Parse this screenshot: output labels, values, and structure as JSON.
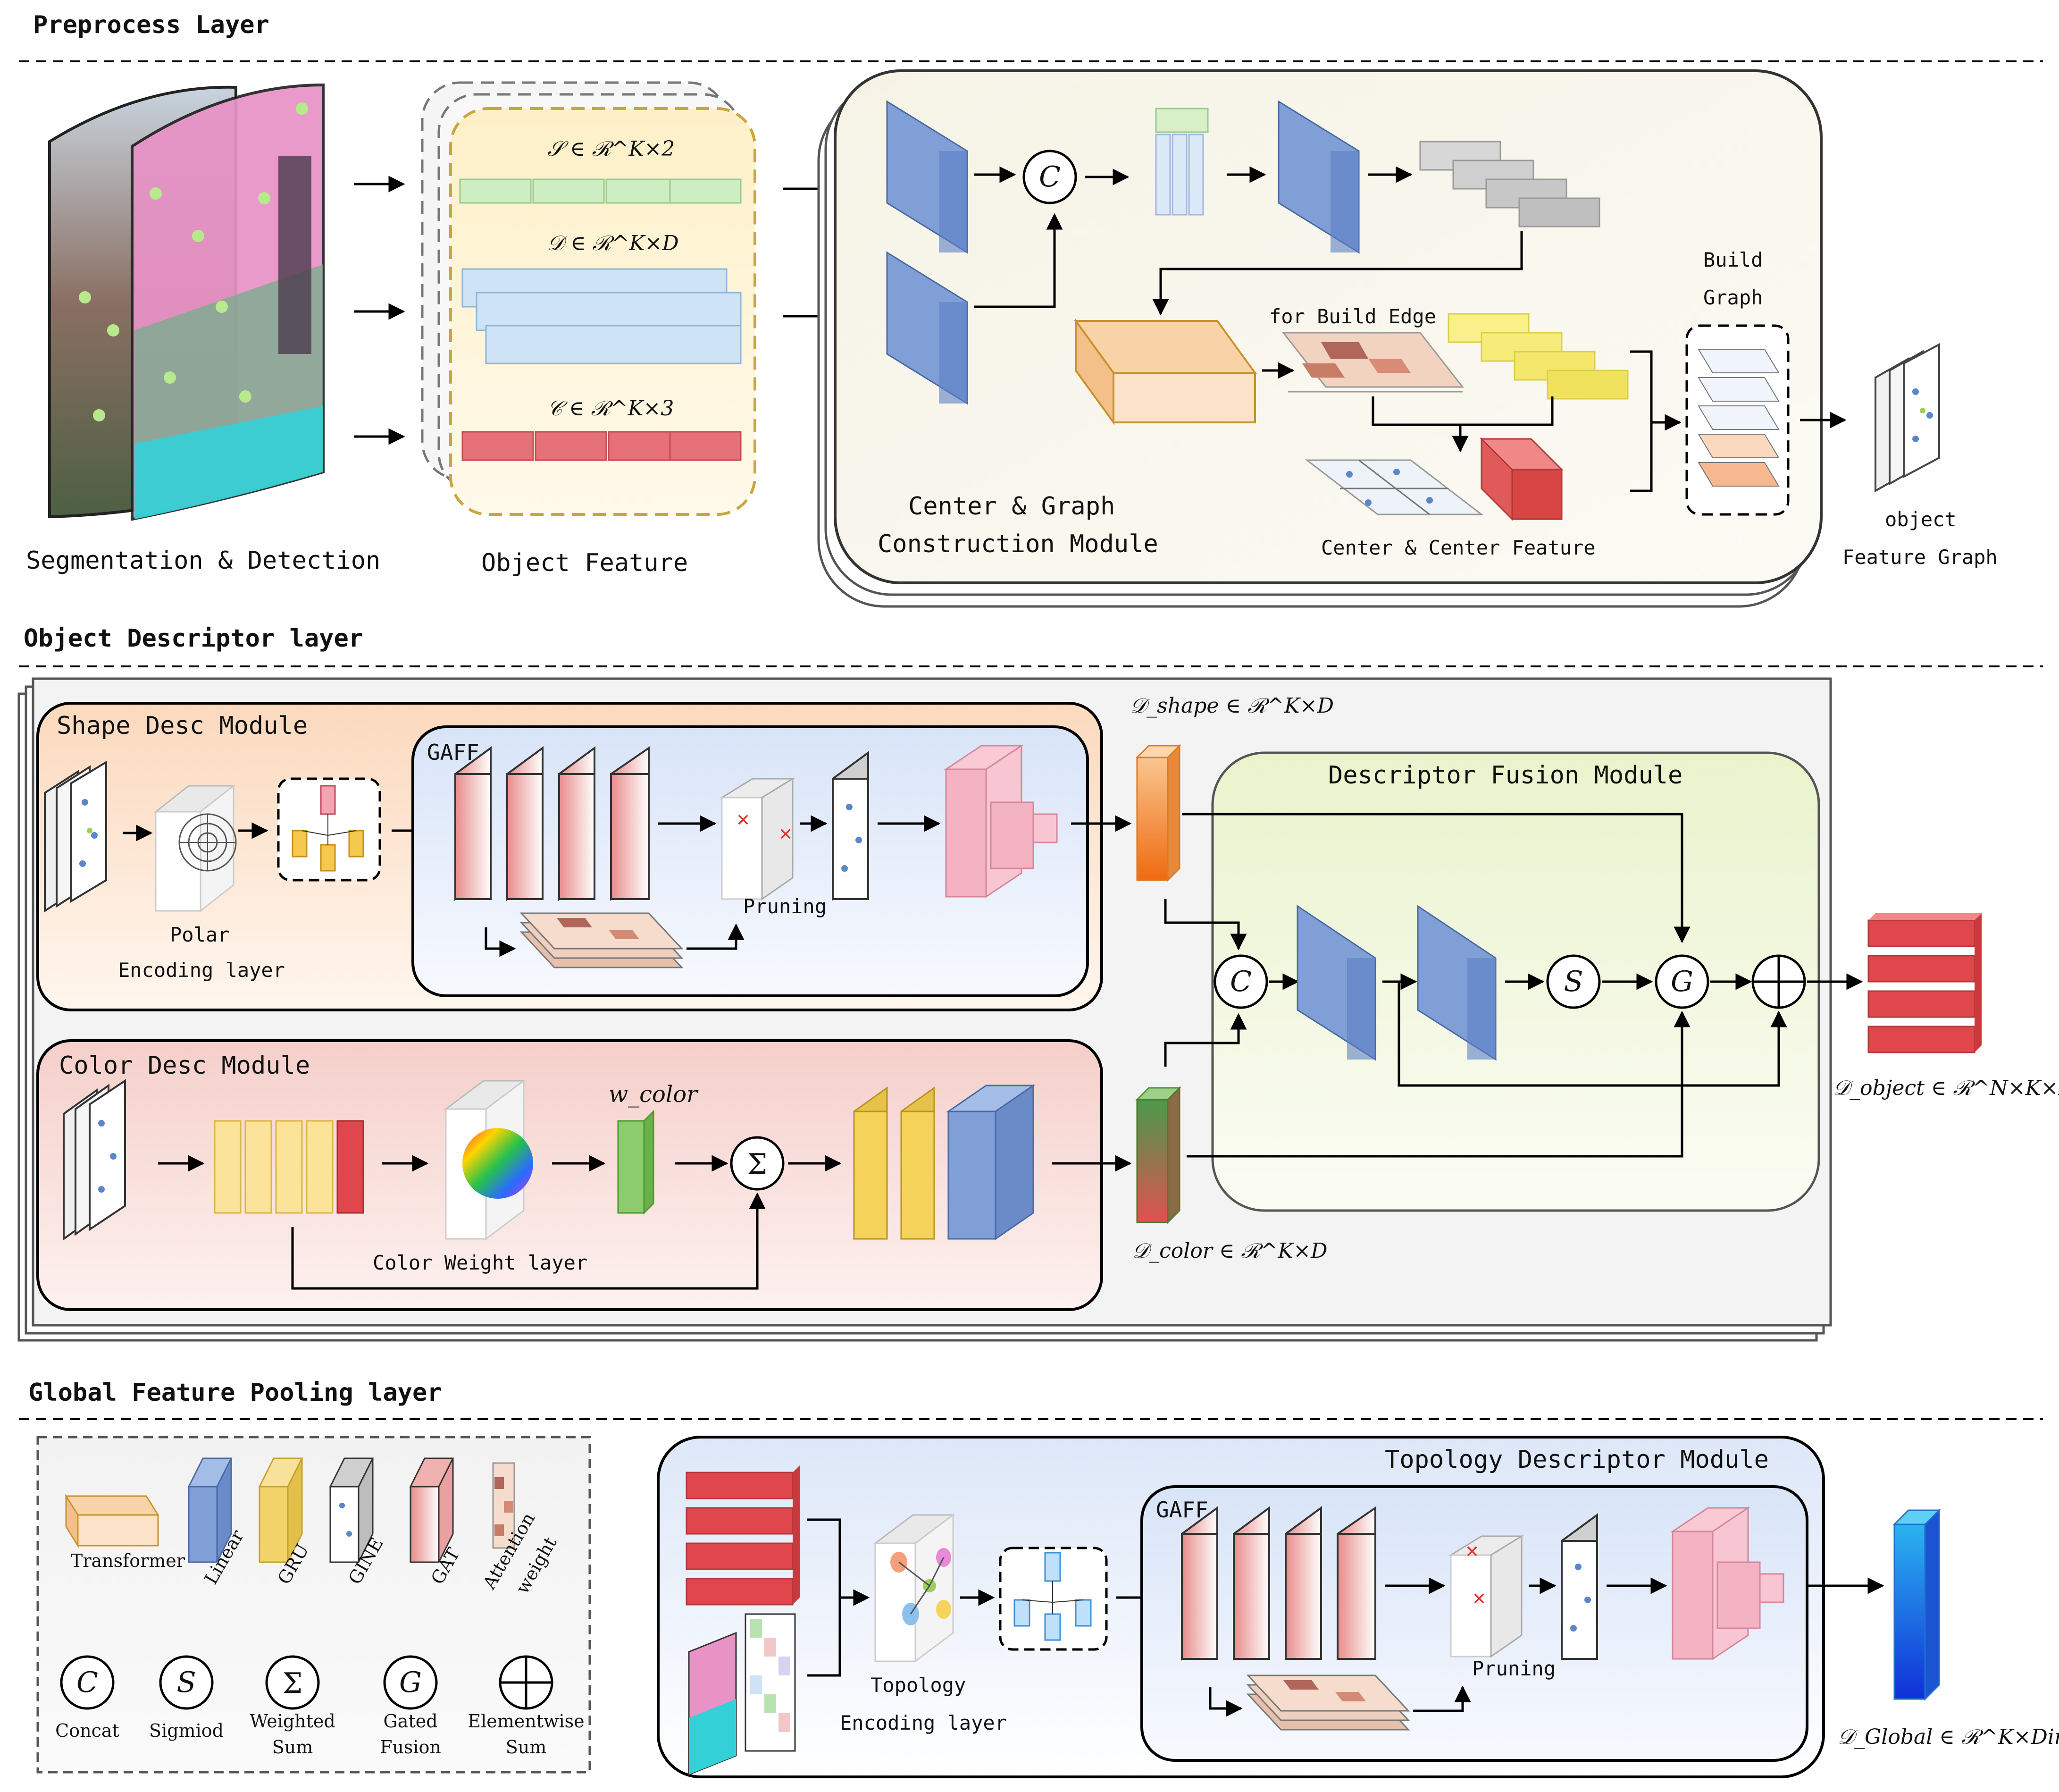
{
  "sections": {
    "preprocess": "Preprocess Layer",
    "object_descriptor": "Object Descriptor layer",
    "global_pooling": "Global Feature Pooling layer"
  },
  "preprocess": {
    "seg_label": "Segmentation & Detection",
    "object_feature_label": "Object Feature",
    "shape_formula": "𝒮 ∈ ℛ^K×2",
    "desc_formula": "𝒟 ∈ ℛ^K×D",
    "color_formula": "𝒞 ∈ ℛ^K×3",
    "cgc_module_line1": "Center & Graph",
    "cgc_module_line2": "Construction Module",
    "build_edge": "for Build Edge",
    "build_graph_line1": "Build",
    "build_graph_line2": "Graph",
    "center_feature": "Center & Center Feature",
    "object_graph_line1": "object",
    "object_graph_line2": "Feature Graph"
  },
  "object_layer": {
    "shape_module": "Shape Desc Module",
    "gaff": "GAFF",
    "polar_line1": "Polar",
    "polar_line2": "Encoding layer",
    "pruning": "Pruning",
    "color_module": "Color Desc Module",
    "w_color": "w_color",
    "color_weight_layer": "Color Weight layer",
    "fusion_module": "Descriptor Fusion Module",
    "d_shape": "𝒟_shape ∈ ℛ^K×D",
    "d_color": "𝒟_color ∈ ℛ^K×D",
    "d_object": "𝒟_object ∈ ℛ^N×K×D"
  },
  "global_layer": {
    "topology_module": "Topology Descriptor Module",
    "gaff": "GAFF",
    "topology_line1": "Topology",
    "topology_line2": "Encoding layer",
    "pruning": "Pruning",
    "d_global": "𝒟_Global ∈ ℛ^K×Dim"
  },
  "legend": {
    "transformer": "Transformer",
    "linear": "Linear",
    "gru": "GRU",
    "gine": "GINE",
    "gat": "GAT",
    "attention_line1": "Attention",
    "attention_line2": "weight",
    "concat": "Concat",
    "sigmoid": "Sigmiod",
    "weighted_line1": "Weighted",
    "weighted_line2": "Sum",
    "gated_line1": "Gated",
    "gated_line2": "Fusion",
    "elementwise_line1": "Elementwise",
    "elementwise_line2": "Sum"
  },
  "operators": {
    "concat": "C",
    "sigmoid": "S",
    "weighted_sum": "Σ",
    "gated": "G",
    "elementwise": "⊕"
  },
  "colors": {
    "linear_blue": "#7f9fd6",
    "gru_yellow": "#f2d36a",
    "transformer_peach": "#f8d3a8",
    "red_feature": "#e0474c",
    "shape_module_bg": "#fde6d2",
    "color_module_bg": "#f7d7d4",
    "fusion_module_bg": "#eef5d8",
    "gaff_bg": "#e6eefb"
  }
}
